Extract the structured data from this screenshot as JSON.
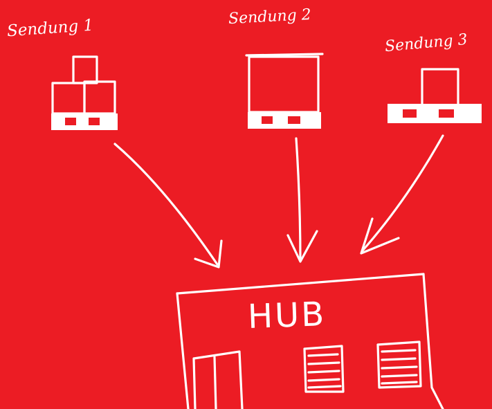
{
  "shipments": [
    {
      "label": "Sendung 1"
    },
    {
      "label": "Sendung 2"
    },
    {
      "label": "Sendung 3"
    }
  ],
  "hub": {
    "title": "HUB"
  },
  "colors": {
    "background": "#ec1c24",
    "chalk": "#ffffff"
  }
}
